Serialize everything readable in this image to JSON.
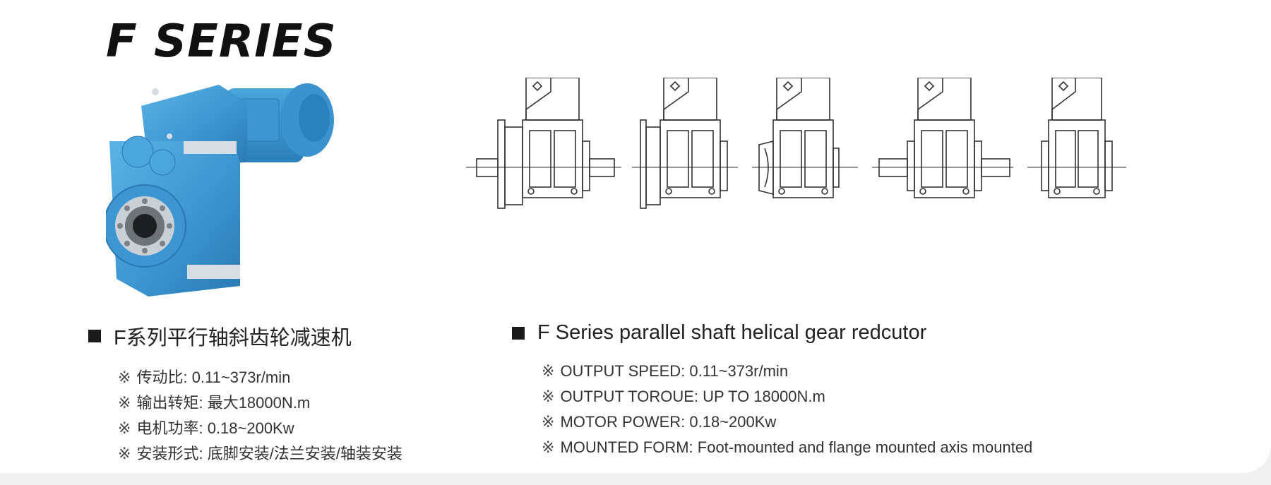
{
  "title": "F SERIES",
  "colors": {
    "product_blue": "#3f9bd3",
    "line": "#333333"
  },
  "cn": {
    "heading": "F系列平行轴斜齿轮减速机",
    "specs": [
      {
        "mark": "※",
        "label": "传动比:",
        "value": "0.11~373r/min"
      },
      {
        "mark": "※",
        "label": "输出转矩:",
        "value": "最大18000N.m"
      },
      {
        "mark": "※",
        "label": "电机功率:",
        "value": "0.18~200Kw"
      },
      {
        "mark": "※",
        "label": "安装形式:",
        "value": "底脚安装/法兰安装/轴装安装"
      }
    ]
  },
  "en": {
    "heading": "F Series parallel shaft helical gear redcutor",
    "specs": [
      {
        "mark": "※",
        "label": "OUTPUT SPEED:",
        "value": "0.11~373r/min"
      },
      {
        "mark": "※",
        "label": "OUTPUT TOROUE:",
        "value": "UP TO 18000N.m"
      },
      {
        "mark": "※",
        "label": "MOTOR POWER:",
        "value": "0.18~200Kw"
      },
      {
        "mark": "※",
        "label": "MOUNTED FORM:",
        "value": "Foot-mounted and flange mounted axis mounted"
      }
    ]
  },
  "drawing_views": [
    {
      "name": "foot-mounted-solid-shaft-drawing",
      "shaft_left": true,
      "shaft_right": true,
      "flange": true
    },
    {
      "name": "flange-mounted-drawing",
      "shaft_left": false,
      "shaft_right": false,
      "flange": true
    },
    {
      "name": "hollow-shaft-drawing",
      "shaft_left": false,
      "shaft_right": false,
      "flange": false,
      "torque_arm": true
    },
    {
      "name": "double-shaft-drawing",
      "shaft_left": true,
      "shaft_right": true,
      "flange": false
    },
    {
      "name": "compact-shaft-mounted-drawing",
      "shaft_left": false,
      "shaft_right": false,
      "flange": false,
      "centerline_only": true
    }
  ]
}
